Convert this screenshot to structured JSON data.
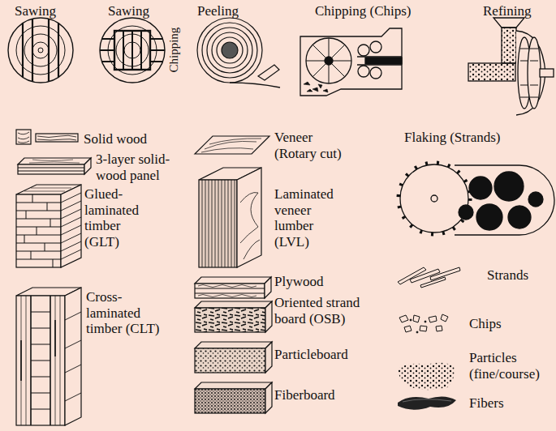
{
  "diagram": {
    "labels": [
      "Sawing",
      "Sawing",
      "Peeling",
      "Chipping (Chips)",
      "Refining",
      "Chipping",
      "Solid wood",
      "3-layer solid-wood panel",
      "Glued-laminated timber (GLT)",
      "Cross-laminated timber (CLT)",
      "Veneer (Rotary cut)",
      "Laminated veneer lumber (LVL)",
      "Plywood",
      "Oriented strand board (OSB)",
      "Particleboard",
      "Fiberboard",
      "Flaking (Strands)",
      "Strands",
      "Chips",
      "Particles (fine/course)",
      "Fibers"
    ]
  }
}
